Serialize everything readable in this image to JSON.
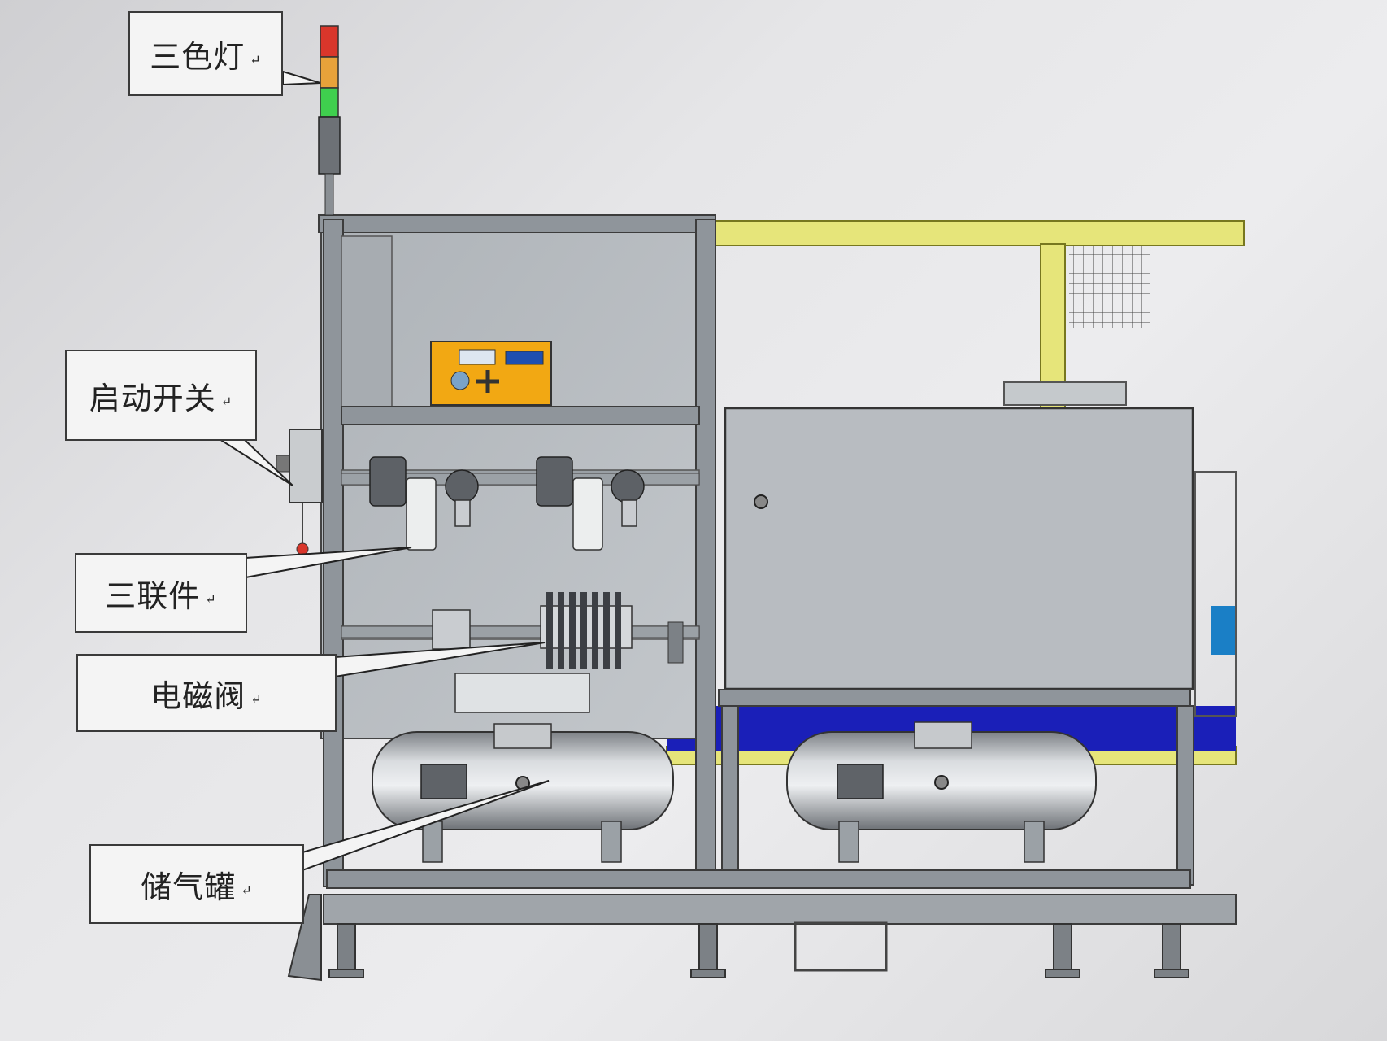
{
  "labels": {
    "signal_light": "三色灯",
    "start_switch": "启动开关",
    "frl_unit": "三联件",
    "solenoid_valve": "电磁阀",
    "air_tank": "储气罐"
  },
  "return_mark": "↵",
  "colors": {
    "frame": "#8f959b",
    "panel": "#b5babf",
    "guard_yellow": "#e6e57a",
    "conveyor_blue": "#1a1fb8",
    "controller_orange": "#f2a813",
    "light_red": "#d9362b",
    "light_amber": "#e8a23a",
    "light_green": "#3fcf4e"
  }
}
